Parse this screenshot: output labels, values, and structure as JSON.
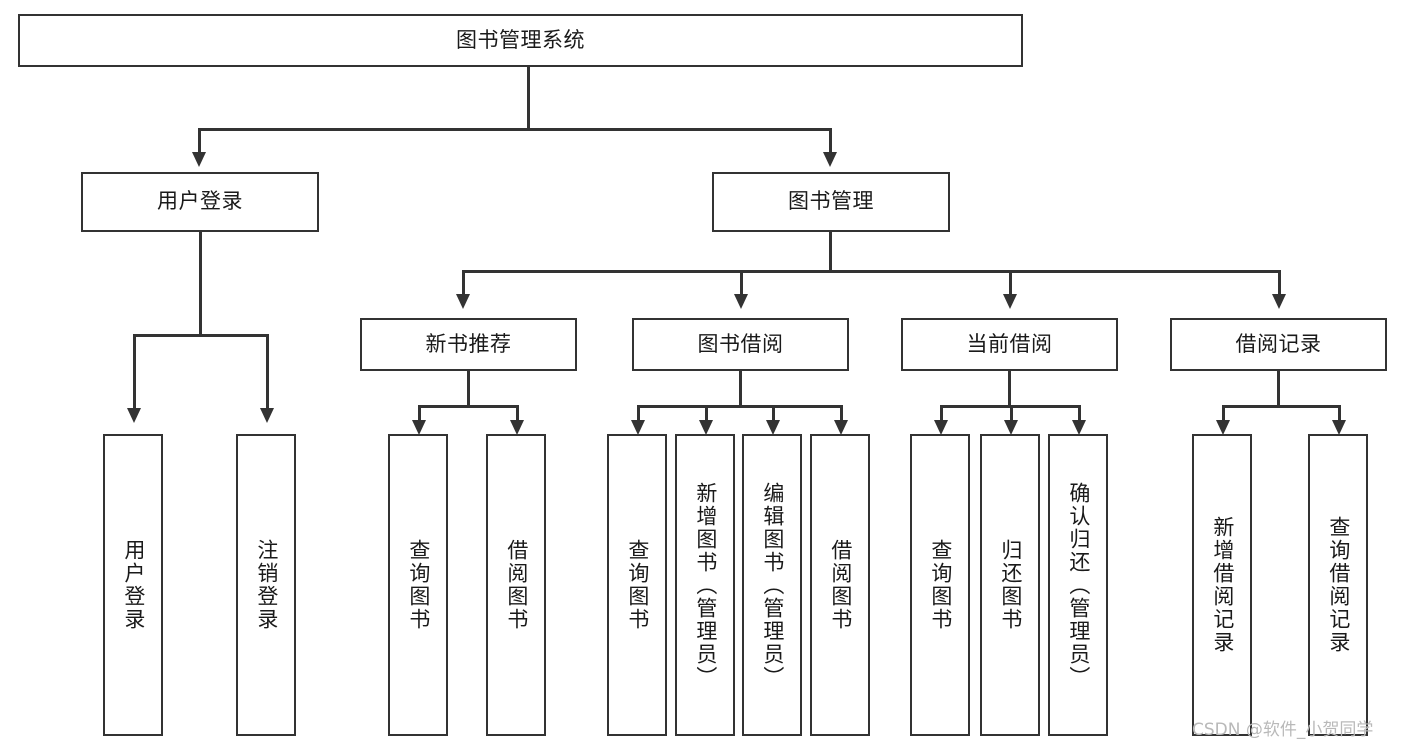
{
  "diagram": {
    "type": "tree",
    "title": "图书管理系统",
    "colors": {
      "background": "#ffffff",
      "border": "#333333",
      "text": "#1a1a1a",
      "watermark": "#b9b9b9"
    },
    "root": {
      "label": "图书管理系统"
    },
    "level2": [
      {
        "label": "用户登录"
      },
      {
        "label": "图书管理"
      }
    ],
    "level3": [
      {
        "label": "新书推荐"
      },
      {
        "label": "图书借阅"
      },
      {
        "label": "当前借阅"
      },
      {
        "label": "借阅记录"
      }
    ],
    "leaves": {
      "user_login": [
        {
          "label": "用户登录"
        },
        {
          "label": "注销登录"
        }
      ],
      "new_book": [
        {
          "label": "查询图书"
        },
        {
          "label": "借阅图书"
        }
      ],
      "book_borrow": [
        {
          "label": "查询图书"
        },
        {
          "label": "新增图书（管理员）"
        },
        {
          "label": "编辑图书（管理员）"
        },
        {
          "label": "借阅图书"
        }
      ],
      "current_borrow": [
        {
          "label": "查询图书"
        },
        {
          "label": "归还图书"
        },
        {
          "label": "确认归还（管理员）"
        }
      ],
      "borrow_record": [
        {
          "label": "新增借阅记录"
        },
        {
          "label": "查询借阅记录"
        }
      ]
    }
  },
  "watermark": {
    "text": "CSDN @软件_小贺同学"
  }
}
